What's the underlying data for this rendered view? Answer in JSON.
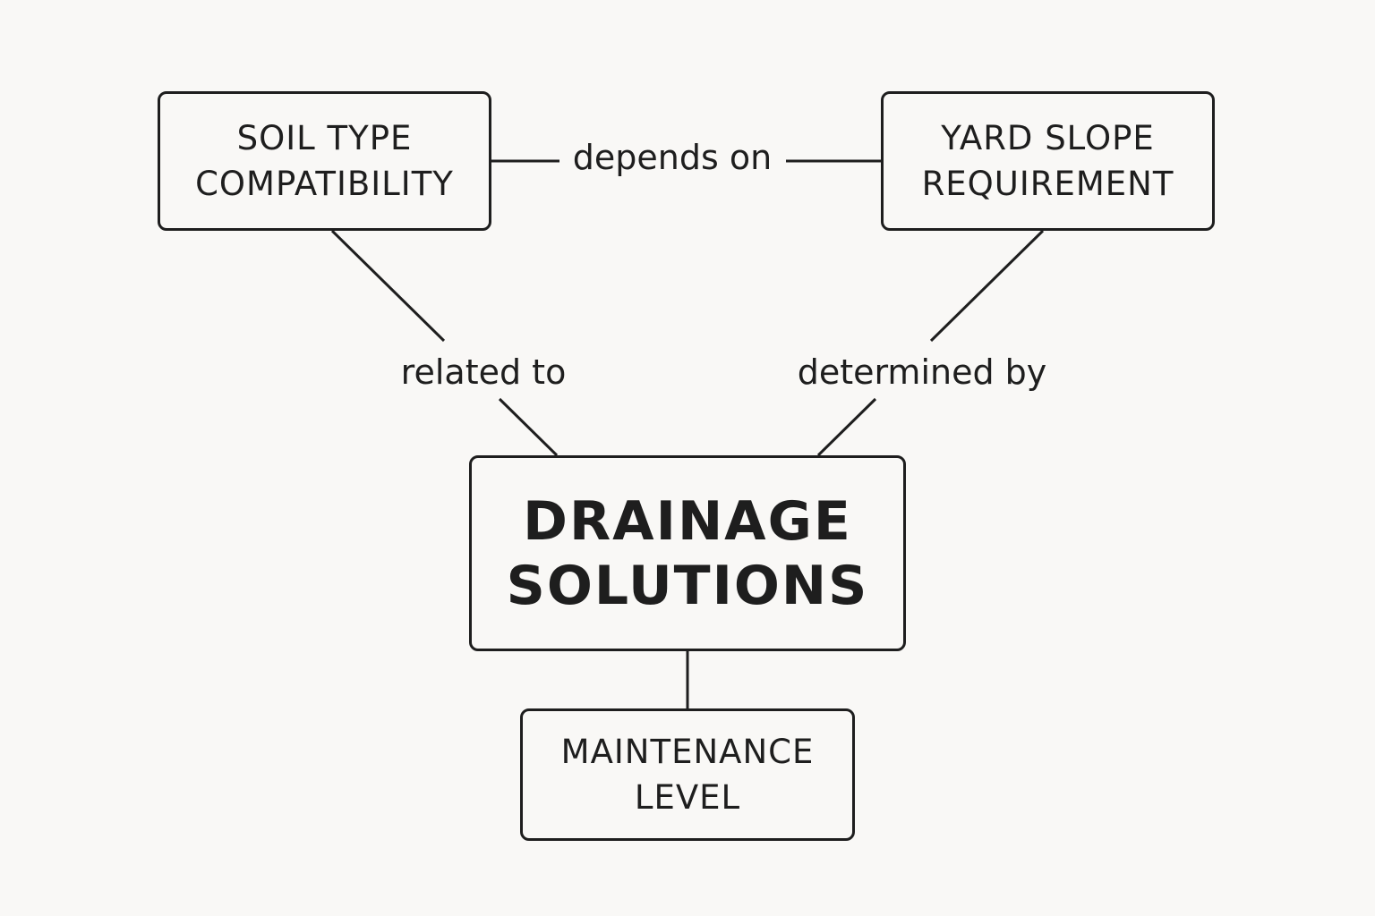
{
  "diagram": {
    "nodes": {
      "soil": {
        "lines": [
          "SOIL TYPE",
          "COMPATIBILITY"
        ]
      },
      "slope": {
        "lines": [
          "YARD SLOPE",
          "REQUIREMENT"
        ]
      },
      "drainage": {
        "lines": [
          "DRAINAGE",
          "SOLUTIONS"
        ]
      },
      "maintenance": {
        "lines": [
          "MAINTENANCE",
          "LEVEL"
        ]
      }
    },
    "edges": {
      "depends_on": "depends on",
      "related_to": "related to",
      "determined_by": "determined by"
    },
    "colors": {
      "background": "#f9f8f6",
      "stroke": "#1e1e1e",
      "text": "#1e1e1e"
    }
  }
}
